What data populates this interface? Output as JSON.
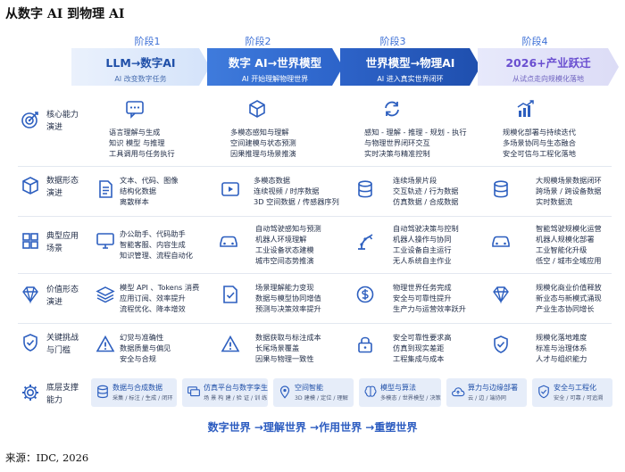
{
  "title": "从数字 AI 到物理 AI",
  "stages": [
    {
      "label": "阶段1",
      "title": "LLM→数字AI",
      "subtitle": "AI 改变数字任务"
    },
    {
      "label": "阶段2",
      "title": "数字 AI→世界模型",
      "subtitle": "AI 开始理解物理世界"
    },
    {
      "label": "阶段3",
      "title": "世界模型→物理AI",
      "subtitle": "AI 进入真实世界闭环"
    },
    {
      "label": "阶段4",
      "title": "2026+产业跃迁",
      "subtitle": "从试点走向规模化落地"
    }
  ],
  "rows": [
    {
      "label": [
        "核心能力",
        "演进"
      ],
      "icon": "target-icon",
      "cells": [
        {
          "icon": "chat-icon",
          "lines": [
            "语言理解与生成",
            "知识 模型 与推理",
            "工具调用与任务执行"
          ]
        },
        {
          "icon": "cube-icon",
          "lines": [
            "多模态感知与理解",
            "空间建模与状态预测",
            "因果推理与场景推演"
          ]
        },
        {
          "icon": "cycle-icon",
          "lines": [
            "感知 - 理解 - 推理 - 规划 - 执行",
            "与物理世界闭环交互",
            "实时决策与精准控制"
          ]
        },
        {
          "icon": "growth-chart-icon",
          "lines": [
            "规模化部署与持续迭代",
            "多场景协同与生态融合",
            "安全可信与工程化落地"
          ]
        }
      ]
    },
    {
      "label": [
        "数据形态",
        "演进"
      ],
      "icon": "box-icon",
      "cells": [
        {
          "icon": "document-icon",
          "lines": [
            "文本、代码、图像",
            "结构化数据",
            "离散样本"
          ]
        },
        {
          "icon": "video-icon",
          "lines": [
            "多模态数据",
            "连续视频 / 时序数据",
            "3D 空间数据 / 传感器序列"
          ]
        },
        {
          "icon": "database-icon",
          "lines": [
            "连续场景片段",
            "交互轨迹 / 行为数据",
            "仿真数据 / 合成数据"
          ]
        },
        {
          "icon": "database-icon",
          "lines": [
            "大规模场景数据闭环",
            "跨场景 / 跨设备数据",
            "实时数据流"
          ]
        }
      ]
    },
    {
      "label": [
        "典型应用",
        "场景"
      ],
      "icon": "grid-icon",
      "cells": [
        {
          "icon": "monitor-icon",
          "lines": [
            "办公助手、代码助手",
            "智能客服、内容生成",
            "知识管理、流程自动化"
          ]
        },
        {
          "icon": "car-icon",
          "lines": [
            "自动驾驶感知与预测",
            "机器人环境理解",
            "工业设备状态建模",
            "城市空间态势推演"
          ]
        },
        {
          "icon": "robot-arm-icon",
          "lines": [
            "自动驾驶决策与控制",
            "机器人操作与协同",
            "工业设备自主运行",
            "无人系统自主作业"
          ]
        },
        {
          "icon": "car-icon",
          "lines": [
            "智能驾驶规模化运营",
            "机器人规模化部署",
            "工业智能化升级",
            "低空 / 城市全域应用"
          ]
        }
      ]
    },
    {
      "label": [
        "价值形态",
        "演进"
      ],
      "icon": "diamond-icon",
      "cells": [
        {
          "icon": "stack-icon",
          "lines": [
            "模型 API 、Tokens 消费",
            "应用订阅、效率提升",
            "流程优化、降本增效"
          ]
        },
        {
          "icon": "verified-doc-icon",
          "lines": [
            "场景理解能力变现",
            "数据与模型协同增值",
            "预测与决策效率提升"
          ]
        },
        {
          "icon": "coin-icon",
          "lines": [
            "物理世界任务完成",
            "安全与可靠性提升",
            "生产力与运营效率跃升"
          ]
        },
        {
          "icon": "diamond-icon",
          "lines": [
            "规模化商业价值释放",
            "新业态与新模式涌现",
            "产业生态协同增长"
          ]
        }
      ]
    },
    {
      "label": [
        "关键挑战",
        "与门槛"
      ],
      "icon": "shield-check-icon",
      "cells": [
        {
          "icon": "warning-icon",
          "lines": [
            "幻觉与准确性",
            "数据质量与偏见",
            "安全与合规"
          ]
        },
        {
          "icon": "warning-icon",
          "lines": [
            "数据获取与标注成本",
            "长尾场景覆盖",
            "因果与物理一致性"
          ]
        },
        {
          "icon": "lock-icon",
          "lines": [
            "安全可靠性要求高",
            "仿真到现实差距",
            "工程集成与成本"
          ]
        },
        {
          "icon": "shield-check-icon",
          "lines": [
            "规模化落地难度",
            "标准与治理体系",
            "人才与组织能力"
          ]
        }
      ]
    }
  ],
  "bottom": {
    "label": [
      "底层支撑",
      "能力"
    ],
    "items": [
      {
        "title": "数据与合成数据",
        "sub": "采集 / 标注 / 生成 / 闭环"
      },
      {
        "title": "仿真平台与数字孪生",
        "sub": "场 景 构 建 / 验 证 / 训 练"
      },
      {
        "title": "空间智能",
        "sub": "3D 建模 / 定位 / 理解"
      },
      {
        "title": "模型与算法",
        "sub": "多模态 / 世界模型 / 决策"
      },
      {
        "title": "算力与边缘部署",
        "sub": "云 / 边 / 端协同"
      },
      {
        "title": "安全与工程化",
        "sub": "安全 / 可靠 / 可追溯"
      }
    ]
  },
  "slogan": "数字世界 →理解世界 →作用世界 →重塑世界",
  "source": "来源：IDC, 2026",
  "colors": {
    "accent": "#2c5cc0",
    "icon": "#2d5fbf",
    "bottom_bg": "#e6edf9"
  }
}
